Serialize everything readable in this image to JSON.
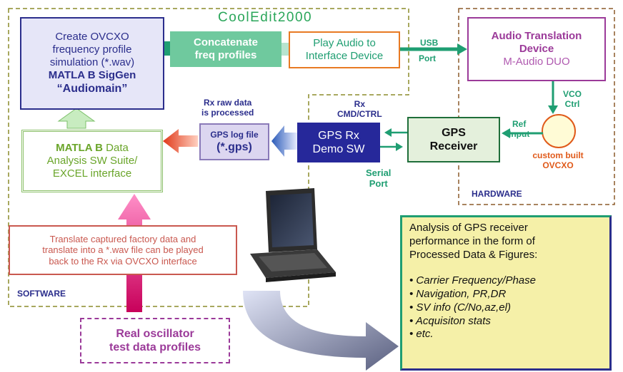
{
  "colors": {
    "software_border": "#8c8c2a",
    "hardware_border": "#8c5a2a",
    "purple": "#9b3a99",
    "navy": "#2b2e8c",
    "teal": "#1f9e72",
    "orange": "#e87a23",
    "green_text": "#6aa52a",
    "salmon": "#c9584f"
  },
  "title": "CoolEdit2000",
  "create_box": {
    "line1": "Create OVCXO",
    "line2": "frequency profile",
    "line3": "simulation (*.wav)",
    "line4": "MATLA B SigGen",
    "line5": "“Audiomain”"
  },
  "concat_box": {
    "line1": "Concatenate",
    "line2": "freq profiles"
  },
  "play_box": {
    "line1": "Play Audio to",
    "line2": "Interface Device"
  },
  "usb_label": {
    "line1": "USB",
    "line2": "Port"
  },
  "audio_box": {
    "line1": "Audio Translation",
    "line2": "Device",
    "line3": "M-Audio DUO"
  },
  "vco_label": {
    "line1": "VCO",
    "line2": "Ctrl"
  },
  "ovcxo_label": {
    "line1": "custom built",
    "line2": "OVCXO"
  },
  "ref_label": {
    "line1": "Ref",
    "line2": "Input"
  },
  "gps_receiver_box": {
    "line1": "GPS",
    "line2": "Receiver"
  },
  "hardware_label": "HARDWARE",
  "gps_rx_box": {
    "line1": "GPS Rx",
    "line2": "Demo SW"
  },
  "rx_cmd_label": {
    "line1": "Rx",
    "line2": "CMD/CTRL"
  },
  "serial_label": {
    "line1": "Serial",
    "line2": "Port"
  },
  "raw_data_label": {
    "line1": "Rx raw data",
    "line2": "is processed"
  },
  "gps_log_box": {
    "line1": "GPS log file",
    "line2": "(*.gps)"
  },
  "analysis_suite_box": {
    "line1_bold": "MATLA B",
    "line1_rest": " Data",
    "line2": "Analysis SW Suite/",
    "line3": "EXCEL interface"
  },
  "translate_box": {
    "line1": "Translate captured factory data and",
    "line2": "translate into a *.wav file can be played",
    "line3": "back to the Rx via OVCXO interface"
  },
  "software_label": "SOFTWARE",
  "real_osc_box": {
    "line1": "Real oscillator",
    "line2": "test data profiles"
  },
  "results_box": {
    "intro1": "Analysis of GPS receiver",
    "intro2": "performance in the form of",
    "intro3": "Processed Data & Figures:",
    "bullets": [
      "• Carrier Frequency/Phase",
      "• Navigation, PR,DR",
      "• SV info (C/No,az,el)",
      "• Acquisiton stats",
      "• etc."
    ]
  }
}
